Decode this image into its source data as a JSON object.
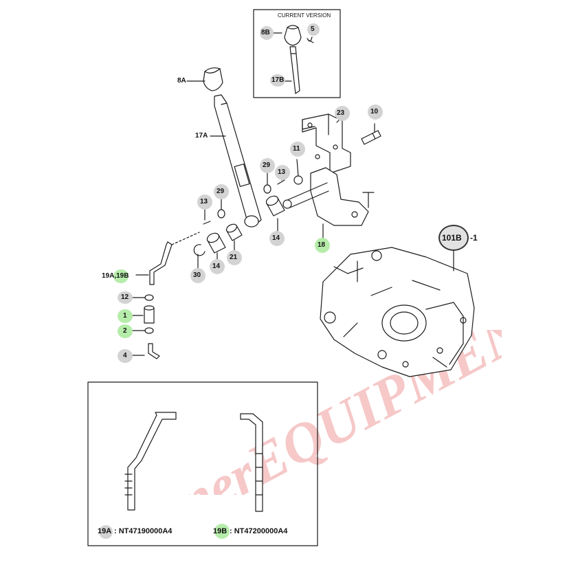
{
  "inset_title": "CURRENT VERSION",
  "inset_labels": {
    "knob": "8B",
    "screw": "5",
    "lever": "17B"
  },
  "labels": {
    "knob": "8A",
    "lever": "17A",
    "bracket_top": "23",
    "bolt_top": "10",
    "nut_top": "11",
    "washer_top": "29",
    "pin_top": "13",
    "washer_mid": "29",
    "pin_mid": "13",
    "bushing_mid": "14",
    "support": "18",
    "bushing_left": "14",
    "bushing_low": "21",
    "clip": "30",
    "rod": "19A,19B",
    "nut_a": "12",
    "sleeve": "1",
    "nut_b": "2",
    "pin_end": "4",
    "housing": "101B",
    "housing_suffix": "-1"
  },
  "codes": {
    "a_label": "19A",
    "a_value": ": NT47190000A4",
    "b_label": "19B",
    "b_value": ": NT47200000A4"
  },
  "watermark": "VarnerEQUIPMENT",
  "colors": {
    "line": "#1a1a1a",
    "highlight_green": "#b6ecaa",
    "callout_grey": "#d3d3d3",
    "watermark_red": "#f3b6b6"
  }
}
